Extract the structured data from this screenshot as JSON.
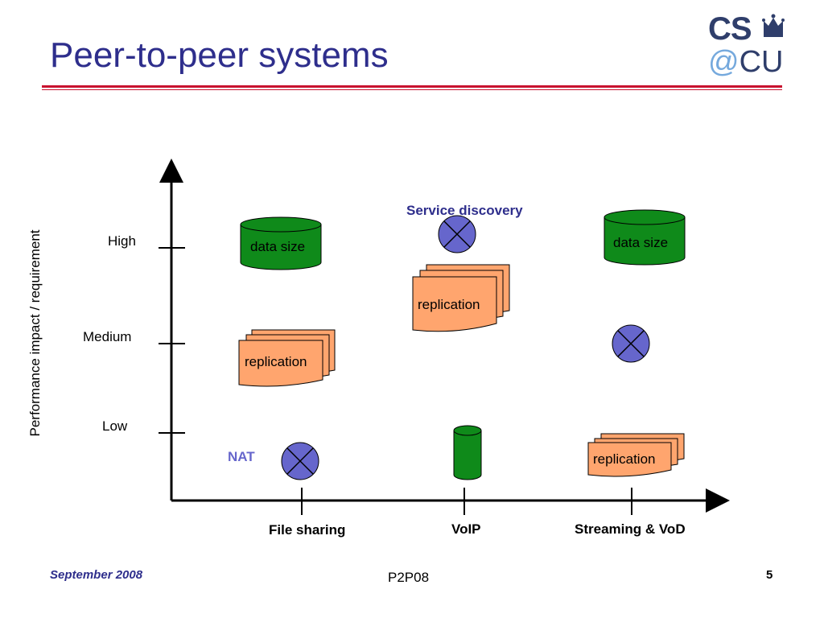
{
  "slide": {
    "title": "Peer-to-peer systems",
    "logo": {
      "top": "CS",
      "bottom_at": "@",
      "bottom_text": "CU"
    }
  },
  "axes": {
    "y_label": "Performance impact / requirement",
    "y_levels": [
      "High",
      "Medium",
      "Low"
    ],
    "x_categories": [
      "File sharing",
      "VoIP",
      "Streaming & VoD"
    ]
  },
  "items": {
    "file_sharing_data_size": "data size",
    "file_sharing_replication": "replication",
    "file_sharing_nat": "NAT",
    "voip_service_discovery": "Service discovery",
    "voip_replication": "replication",
    "streaming_data_size": "data size",
    "streaming_replication": "replication"
  },
  "colors": {
    "title": "#2e2e8c",
    "rule": "#c8102e",
    "cylinder_fill": "#0f8a1a",
    "document_fill": "#ffa56e",
    "circle_fill": "#6666cc",
    "service_discovery_label": "#2e2e8c",
    "nat_label": "#6666cc"
  },
  "footer": {
    "date": "September 2008",
    "center": "P2P08",
    "page": "5"
  }
}
